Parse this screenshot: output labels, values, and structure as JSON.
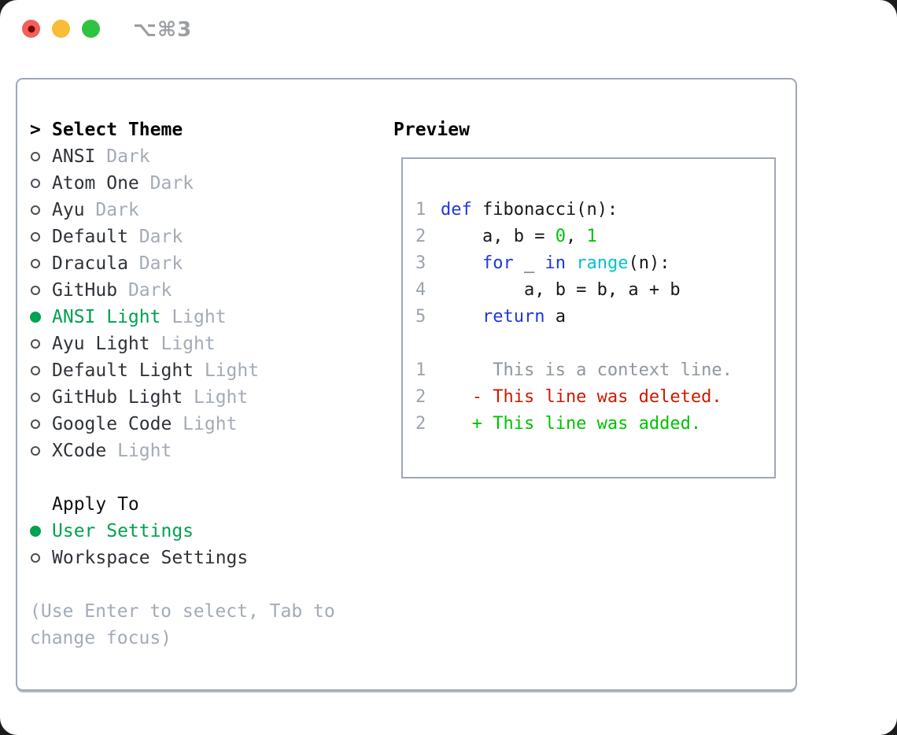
{
  "titlebar": {
    "shortcut": "⌥⌘3",
    "buttons": [
      "close",
      "minimize",
      "zoom"
    ]
  },
  "theme_picker": {
    "title": "Select Theme",
    "items": [
      {
        "name": "ANSI",
        "tag": "Dark",
        "selected": false
      },
      {
        "name": "Atom One",
        "tag": "Dark",
        "selected": false
      },
      {
        "name": "Ayu",
        "tag": "Dark",
        "selected": false
      },
      {
        "name": "Default",
        "tag": "Dark",
        "selected": false
      },
      {
        "name": "Dracula",
        "tag": "Dark",
        "selected": false
      },
      {
        "name": "GitHub",
        "tag": "Dark",
        "selected": false
      },
      {
        "name": "ANSI Light",
        "tag": "Light",
        "selected": true
      },
      {
        "name": "Ayu Light",
        "tag": "Light",
        "selected": false
      },
      {
        "name": "Default Light",
        "tag": "Light",
        "selected": false
      },
      {
        "name": "GitHub Light",
        "tag": "Light",
        "selected": false
      },
      {
        "name": "Google Code",
        "tag": "Light",
        "selected": false
      },
      {
        "name": "XCode",
        "tag": "Light",
        "selected": false
      }
    ]
  },
  "apply_to": {
    "title": "Apply To",
    "options": [
      {
        "label": "User Settings",
        "selected": true
      },
      {
        "label": "Workspace Settings",
        "selected": false
      }
    ]
  },
  "help_text": "(Use Enter to select, Tab to change focus)",
  "preview": {
    "title": "Preview",
    "code_lines": [
      {
        "num": "1",
        "tokens": [
          {
            "t": "def",
            "c": "kw"
          },
          {
            "t": " fibonacci(n):",
            "c": "fg"
          }
        ]
      },
      {
        "num": "2",
        "tokens": [
          {
            "t": "    a, b = ",
            "c": "fg"
          },
          {
            "t": "0",
            "c": "num"
          },
          {
            "t": ", ",
            "c": "fg"
          },
          {
            "t": "1",
            "c": "num"
          }
        ]
      },
      {
        "num": "3",
        "tokens": [
          {
            "t": "    ",
            "c": "fg"
          },
          {
            "t": "for",
            "c": "kw"
          },
          {
            "t": " _ ",
            "c": "fg"
          },
          {
            "t": "in",
            "c": "kw"
          },
          {
            "t": " ",
            "c": "fg"
          },
          {
            "t": "range",
            "c": "fn"
          },
          {
            "t": "(n):",
            "c": "fg"
          }
        ]
      },
      {
        "num": "4",
        "tokens": [
          {
            "t": "        a, b = b, a + b",
            "c": "fg"
          }
        ]
      },
      {
        "num": "5",
        "tokens": [
          {
            "t": "    ",
            "c": "fg"
          },
          {
            "t": "return",
            "c": "kw"
          },
          {
            "t": " a",
            "c": "fg"
          }
        ]
      },
      {
        "num": "",
        "tokens": []
      },
      {
        "num": "1",
        "tokens": [
          {
            "t": "     This is a context line.",
            "c": "ctx"
          }
        ]
      },
      {
        "num": "2",
        "tokens": [
          {
            "t": "   - This line was deleted.",
            "c": "del"
          }
        ]
      },
      {
        "num": "2",
        "tokens": [
          {
            "t": "   + This line was added.",
            "c": "add"
          }
        ]
      }
    ]
  },
  "colors": {
    "accent_green": "#00a152",
    "keyword_blue": "#2036df",
    "builtin_cyan": "#00c5c7",
    "number_green": "#00c200",
    "diff_added_green": "#00c200",
    "diff_deleted_red": "#c91b00",
    "muted_gray": "#a3abb7",
    "text_dark": "#2f3339",
    "border_gray": "#9ea7b3",
    "traffic_red": "#f45f59",
    "traffic_yellow": "#f9bc36",
    "traffic_green": "#2fc342"
  }
}
